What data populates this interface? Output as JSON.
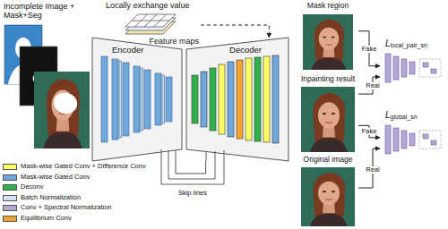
{
  "diagram": {
    "nodes": [
      {
        "text": [
          "Incomplete Image + Mask+Seg"
        ]
      },
      {
        "text": [
          "Locally exchange value",
          "Feature maps"
        ]
      },
      {
        "text": [
          "Encoder"
        ]
      },
      {
        "text": [
          "Decoder"
        ]
      },
      {
        "text": [
          "Mask region"
        ]
      },
      {
        "text": [
          "Inpainting result"
        ]
      },
      {
        "text": [
          "Original image"
        ]
      },
      {
        "text": [
          "L",
          "local_pair_sn"
        ]
      },
      {
        "text": [
          "L",
          "global_sn"
        ]
      }
    ],
    "edges": [
      {
        "from": 1,
        "to": 3,
        "arrow": "to"
      },
      {
        "from": 2,
        "to": 3,
        "arrow": "none",
        "label": "Skip lines"
      },
      {
        "from": 4,
        "to": 7,
        "arrow": "to",
        "label": "Fake"
      },
      {
        "from": 5,
        "to": 7,
        "arrow": "to",
        "label": "Real"
      },
      {
        "from": 5,
        "to": 8,
        "arrow": "to",
        "label": "Fake"
      },
      {
        "from": 6,
        "to": 8,
        "arrow": "to",
        "label": "Real"
      }
    ],
    "legend": [
      {
        "text": "Mask-wise Gated Conv + Difference Conv",
        "color": "#ffff66"
      },
      {
        "text": "Mask-wise Gated Conv",
        "color": "#6fa8dc"
      },
      {
        "text": "Deconv",
        "color": "#2fb24a"
      },
      {
        "text": "Batch Normalization",
        "color": "#cfe2f3"
      },
      {
        "text": "Conv + Spectral Normalization",
        "color": "#b4a7d6"
      },
      {
        "text": "Equilibrium Conv",
        "color": "#f4a430"
      }
    ]
  }
}
